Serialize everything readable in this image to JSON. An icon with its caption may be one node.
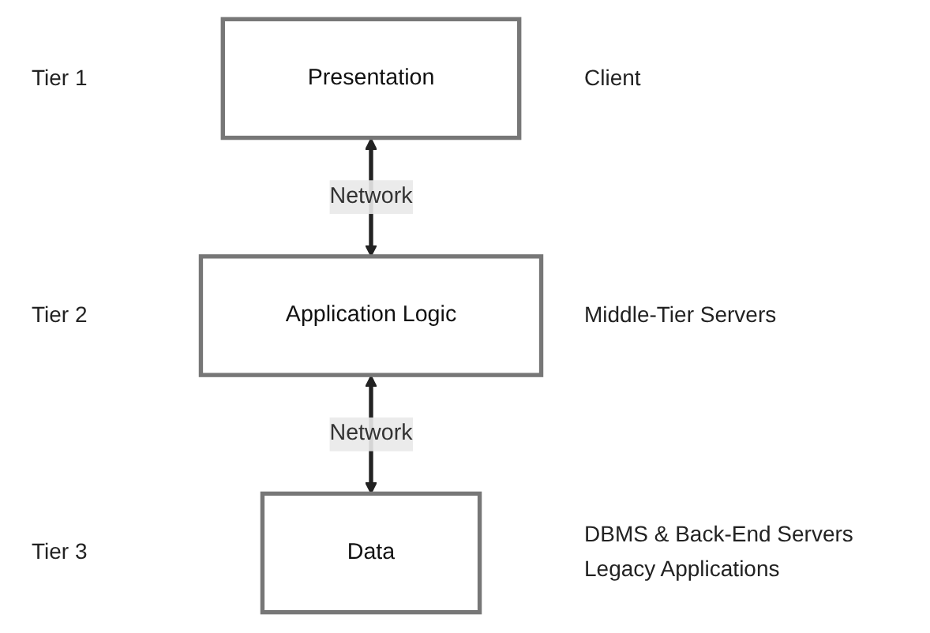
{
  "diagram": {
    "nodes": [
      {
        "text": [
          "Presentation"
        ]
      },
      {
        "text": [
          "Application Logic"
        ]
      },
      {
        "text": [
          "Data"
        ]
      }
    ],
    "edges": [
      {
        "from": 0,
        "to": 1,
        "arrow": "both",
        "label": "Network"
      },
      {
        "from": 1,
        "to": 2,
        "arrow": "both",
        "label": "Network"
      }
    ],
    "labels": [
      "Tier 1",
      "Client",
      "Tier 2",
      "Middle-Tier Servers",
      "Tier 3",
      "DBMS & Back-End Servers",
      "Legacy Applications"
    ]
  }
}
